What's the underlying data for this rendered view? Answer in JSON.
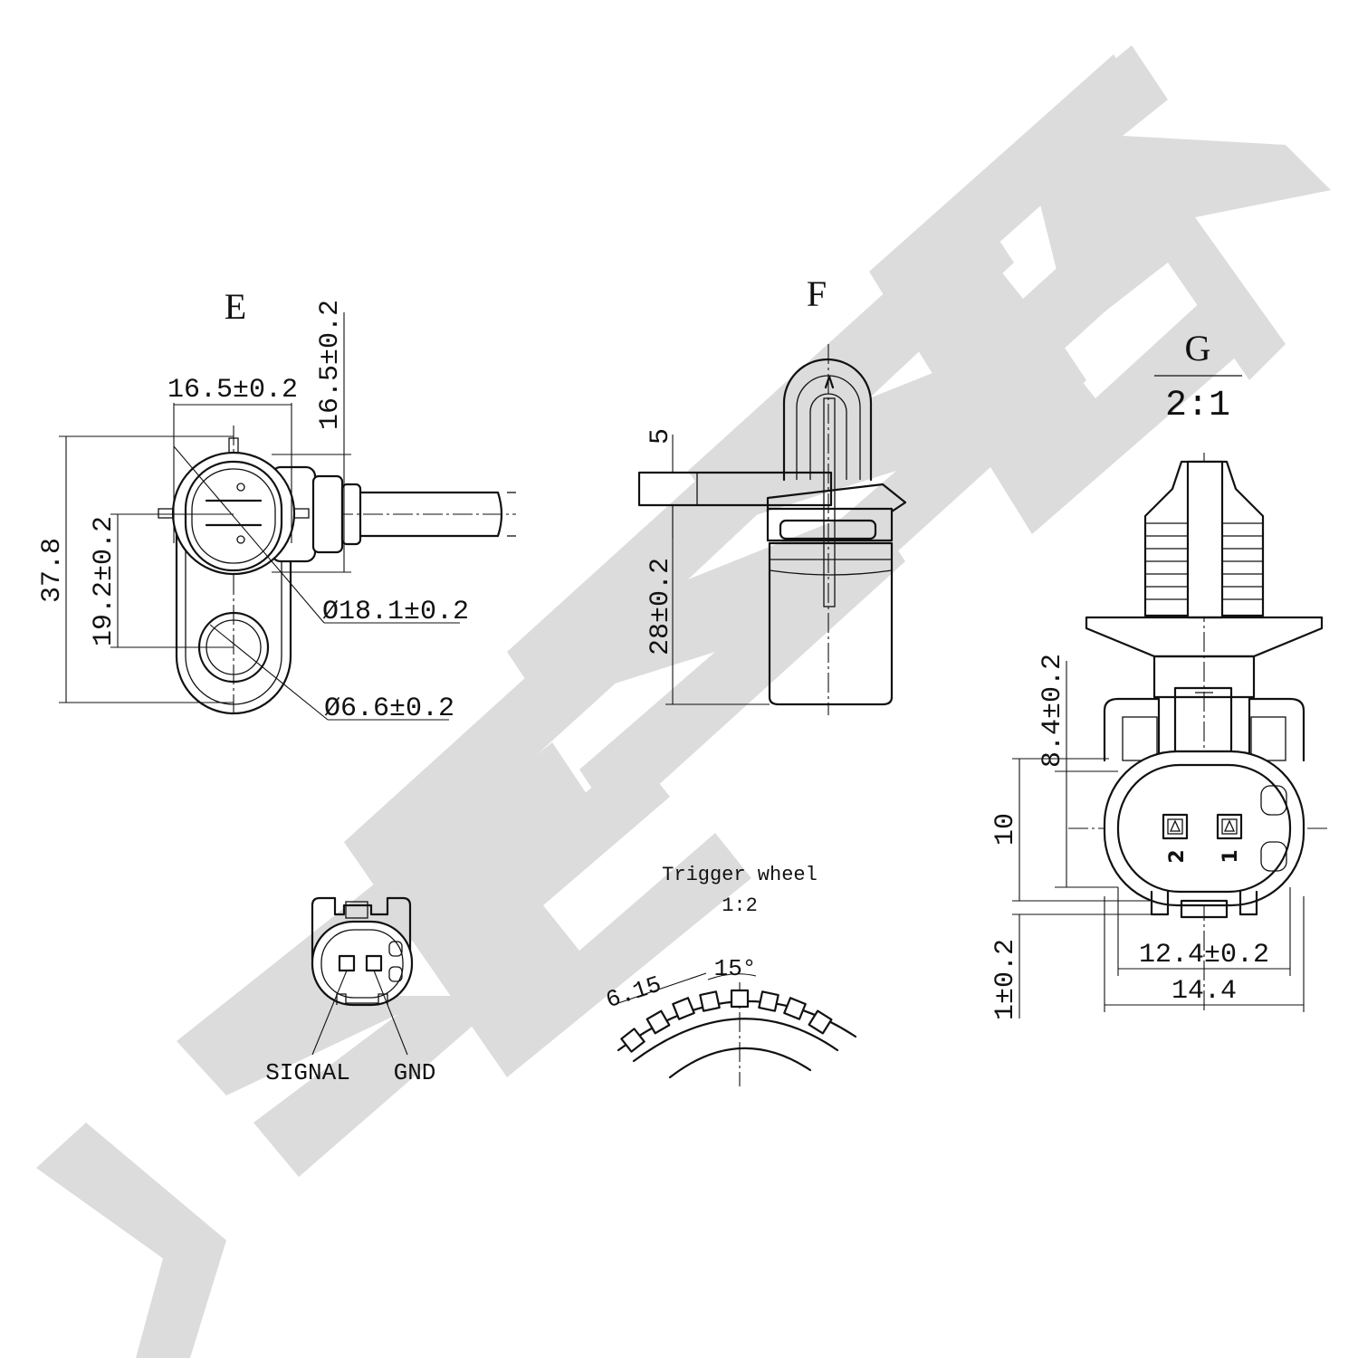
{
  "watermark": {
    "text": "ZENNEK",
    "color": "#dcdcdc"
  },
  "views": {
    "e": {
      "label": "E"
    },
    "f": {
      "label": "F"
    },
    "g": {
      "label": "G",
      "scale": "2:1"
    }
  },
  "dimensions": {
    "e_width": "16.5±0.2",
    "e_height_top": "16.5±0.2",
    "e_total_height": "37.8",
    "e_hole_spacing": "19.2±0.2",
    "e_body_diameter": "Ø18.1±0.2",
    "e_hole_diameter": "Ø6.6±0.2",
    "f_flange_thickness": "5",
    "f_body_length": "28±0.2",
    "g_height_upper": "8.4±0.2",
    "g_height_mid": "10",
    "g_offset": "1±0.2",
    "g_inner_width": "12.4±0.2",
    "g_outer_width": "14.4"
  },
  "connector": {
    "pin_2": "2",
    "pin_1": "1",
    "signal_label": "SIGNAL",
    "gnd_label": "GND"
  },
  "trigger_wheel": {
    "title": "Trigger wheel",
    "scale": "1:2",
    "tooth_pitch": "6.15",
    "angle": "15°"
  }
}
